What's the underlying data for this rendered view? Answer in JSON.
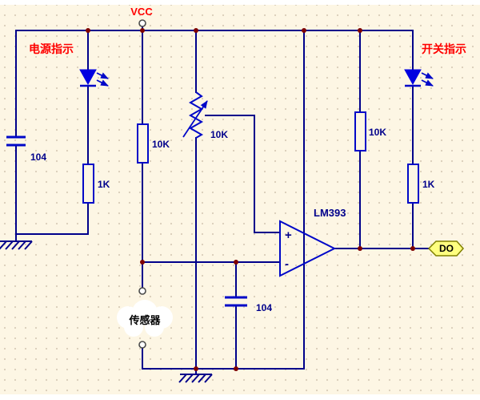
{
  "colors": {
    "background": "#fdf6e4",
    "grid_dot": "#d9cdb9",
    "wire": "#00008b",
    "component": "#0008c8",
    "led_fill": "#0000e0",
    "junction": "#7d0000",
    "label_red": "#ff0000",
    "label_blue": "#00008b",
    "port_fill": "#ffff80",
    "port_border": "#808000",
    "terminal_stroke": "#4a4a4a",
    "text_black": "#000000"
  },
  "power_rail": {
    "label": "VCC"
  },
  "indicators": {
    "power": "电源指示",
    "switch": "开关指示"
  },
  "sensor": {
    "label": "传感器"
  },
  "comparator": {
    "name": "LM393",
    "plus": "+",
    "minus": "-"
  },
  "output": {
    "label": "DO"
  },
  "components": {
    "c1": "104",
    "r1": "10K",
    "r2": "1K",
    "rv1": "10K",
    "r3": "10K",
    "r4": "1K",
    "c2": "104"
  }
}
